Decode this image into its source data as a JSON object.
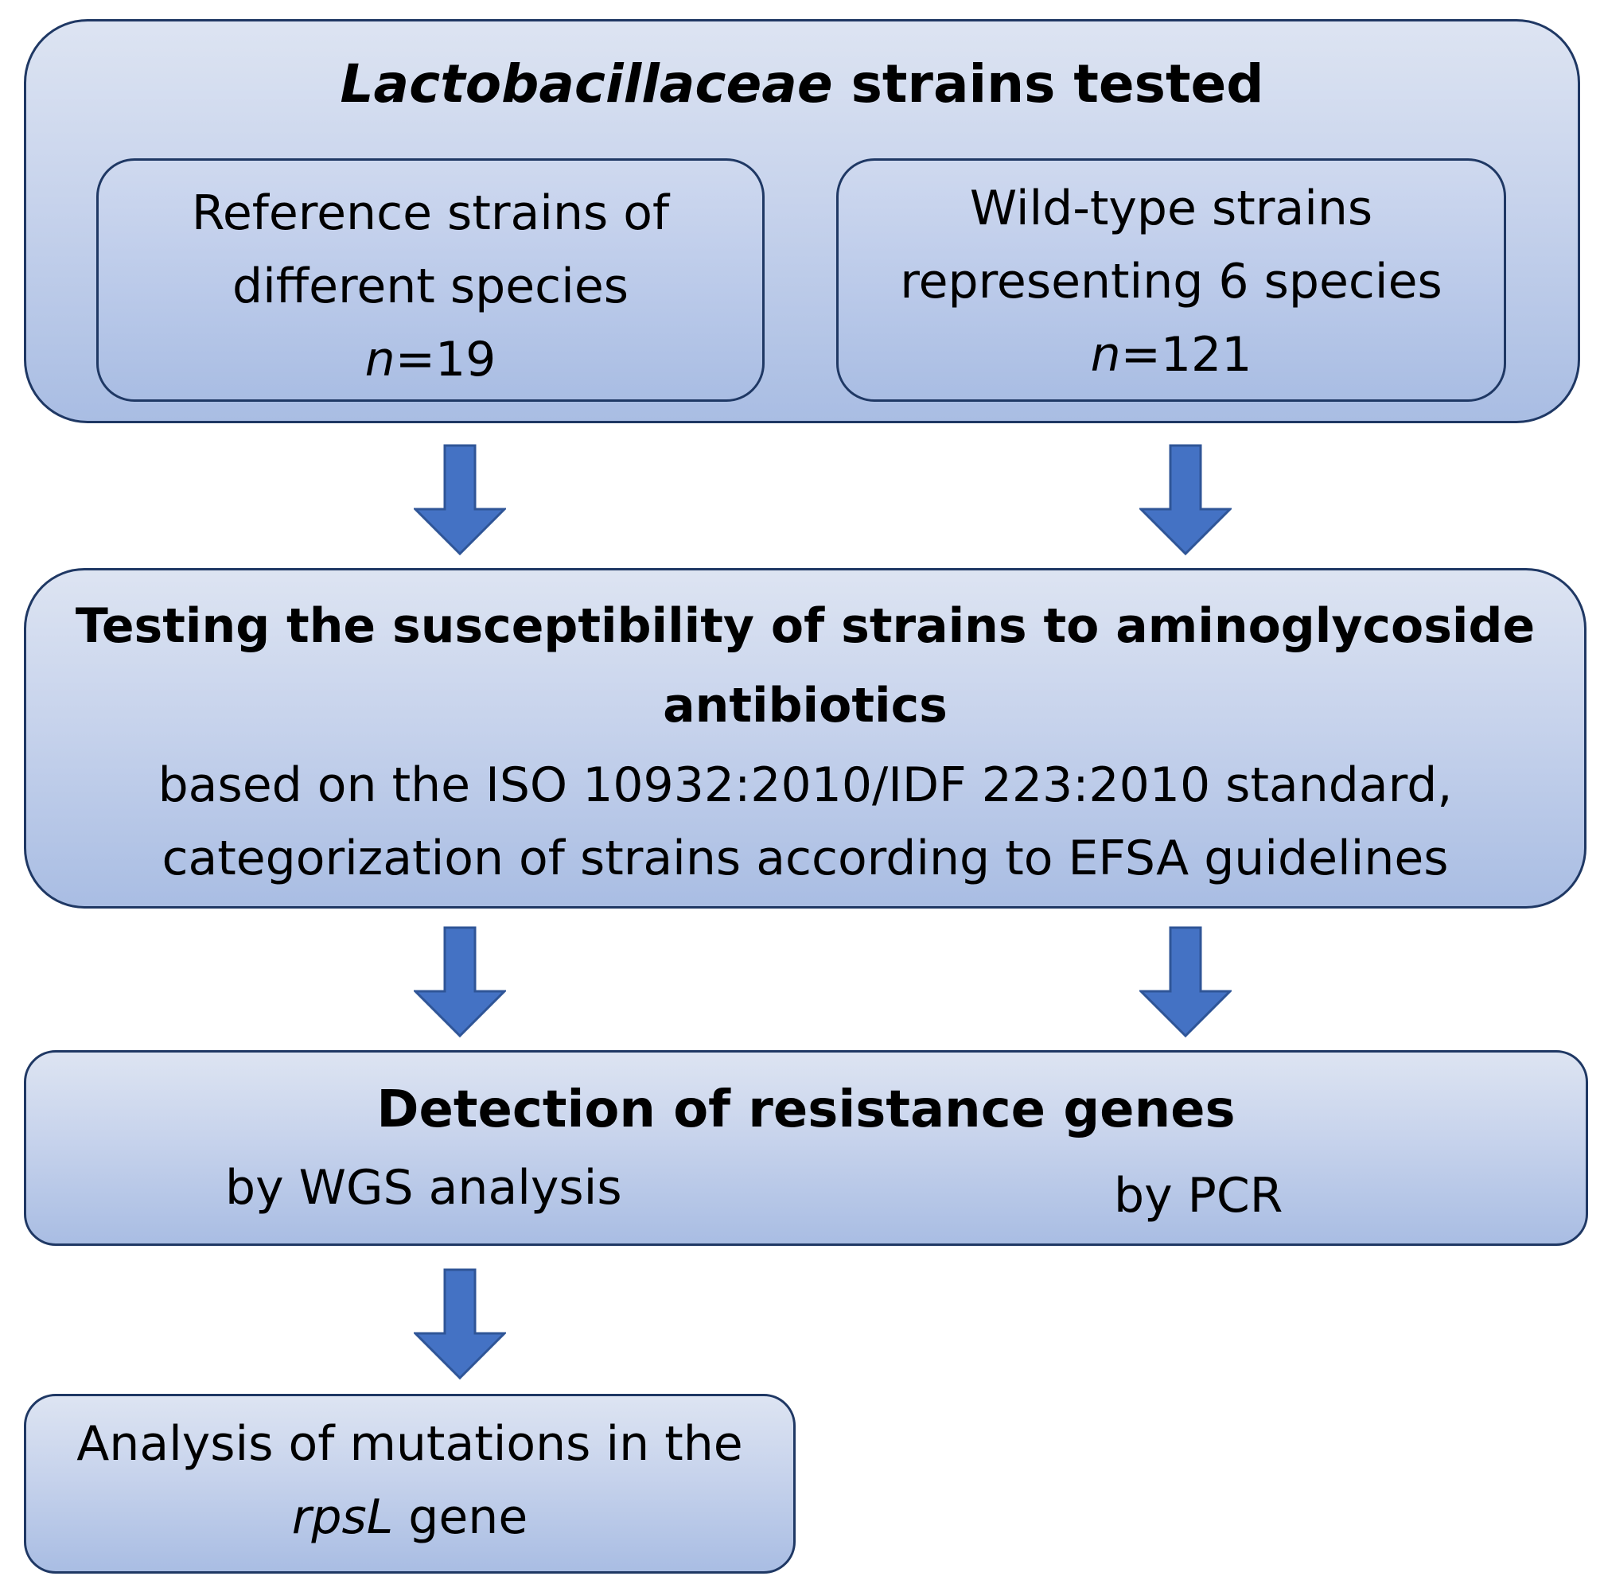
{
  "colors": {
    "box_fill_top": "#dde4f2",
    "box_fill_bottom": "#a9bde3",
    "box_border": "#1f3864",
    "arrow_fill": "#4472c4",
    "arrow_stroke": "#2f5597"
  },
  "icons": [
    "arrow-down-icon"
  ],
  "box1": {
    "title_italic": "Lactobacillaceae",
    "title_rest": " strains tested",
    "left": {
      "line1": "Reference strains of",
      "line2": "different species",
      "n_label": "n",
      "n_value": "=19"
    },
    "right": {
      "line1": "Wild-type strains",
      "line2": "representing 6 species",
      "n_label": "n",
      "n_value": "=121"
    }
  },
  "box2": {
    "title_line1": "Testing the susceptibility of strains to aminoglycoside",
    "title_line2": "antibiotics",
    "line3": "based on the ISO 10932:2010/IDF 223:2010 standard,",
    "line4": "categorization of strains according to EFSA guidelines"
  },
  "box3": {
    "title": "Detection of resistance genes",
    "left": "by WGS analysis",
    "right": "by PCR"
  },
  "box4": {
    "line1": "Analysis of mutations in the",
    "gene": "rpsL",
    "gene_rest": " gene"
  }
}
